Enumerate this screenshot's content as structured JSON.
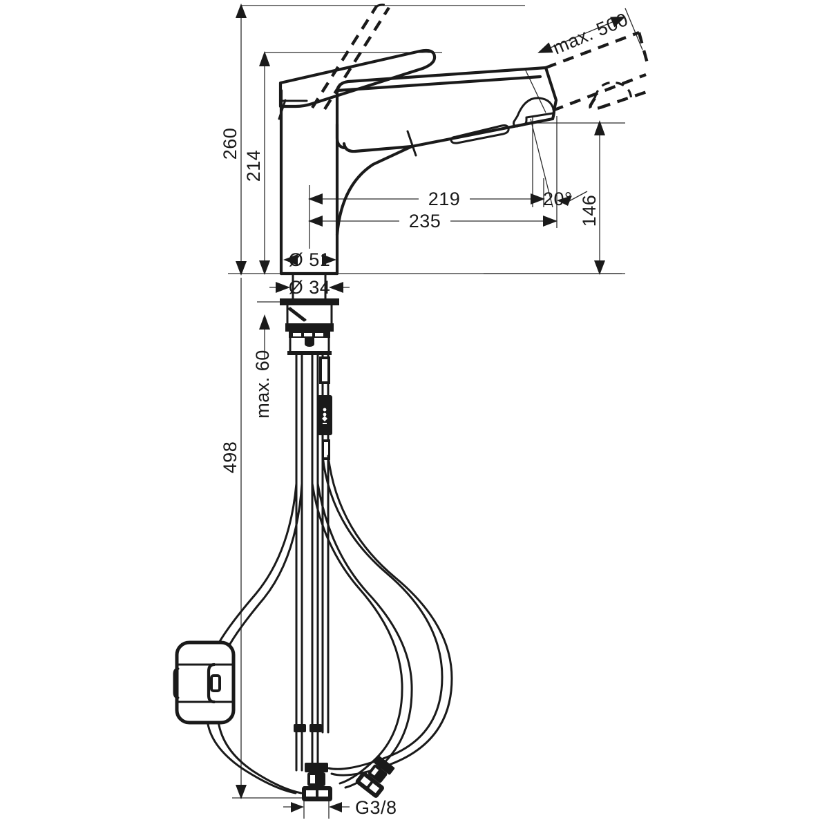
{
  "document": {
    "type": "technical-dimension-drawing",
    "subject": "Single-lever kitchen mixer tap with pull-out spray",
    "units": "mm",
    "background_color": "#ffffff",
    "line_color": "#1a1a1a"
  },
  "dimensions": {
    "total_height_above_deck": "260",
    "spout_height": "214",
    "reach_inner": "219",
    "reach_outer": "235",
    "spray_head_height": "146",
    "pull_out_length": "max. 500",
    "spout_body_diameter": "Ø 51",
    "base_diameter": "Ø 34",
    "max_deck_thickness": "max. 60",
    "hose_length_below_deck": "498",
    "supply_thread": "G3/8",
    "swivel_angle": "20°"
  },
  "labels": [
    {
      "id": "h260",
      "text": "260",
      "orientation": "vertical",
      "meaning": "overall-height-mm"
    },
    {
      "id": "h214",
      "text": "214",
      "orientation": "vertical",
      "meaning": "spout-outlet-height-mm"
    },
    {
      "id": "d219",
      "text": "219",
      "orientation": "horizontal",
      "meaning": "spout-reach-mm"
    },
    {
      "id": "d235",
      "text": "235",
      "orientation": "horizontal",
      "meaning": "overall-projection-mm"
    },
    {
      "id": "h146",
      "text": "146",
      "orientation": "vertical",
      "meaning": "spray-outlet-height-mm"
    },
    {
      "id": "m500",
      "text": "max. 500",
      "orientation": "rotated",
      "meaning": "pull-out-hose-extension-mm"
    },
    {
      "id": "a20",
      "text": "20°",
      "orientation": "horizontal",
      "meaning": "outlet-angle-degrees"
    },
    {
      "id": "d51",
      "text": "Ø 51",
      "orientation": "horizontal",
      "meaning": "body-diameter-mm"
    },
    {
      "id": "d34",
      "text": "Ø 34",
      "orientation": "horizontal",
      "meaning": "shank-diameter-mm"
    },
    {
      "id": "m60",
      "text": "max. 60",
      "orientation": "vertical",
      "meaning": "max-worktop-thickness-mm"
    },
    {
      "id": "h498",
      "text": "498",
      "orientation": "vertical",
      "meaning": "below-deck-length-mm"
    },
    {
      "id": "g38",
      "text": "G3/8",
      "orientation": "horizontal",
      "meaning": "connection-thread-size"
    }
  ],
  "components": {
    "lever_handle": "lever-handle",
    "lever_handle_open": "lever-handle-open-dashed",
    "body": "faucet-body-column",
    "spout": "pull-out-spout",
    "spray_head": "spray-head",
    "spray_head_extended": "spray-head-extended-dashed",
    "deck_flange": "deck-mounting-flange",
    "fixing_nut": "fixing-nut",
    "hose_loop": "pull-out-hose-loop",
    "counter_weight": "hose-counterweight",
    "supply_hose_left": "supply-hose-left",
    "supply_hose_right": "supply-hose-right",
    "connector_left": "supply-connector-left",
    "connector_right": "supply-connector-right",
    "brand_sleeve": "hose-brand-sleeve"
  }
}
